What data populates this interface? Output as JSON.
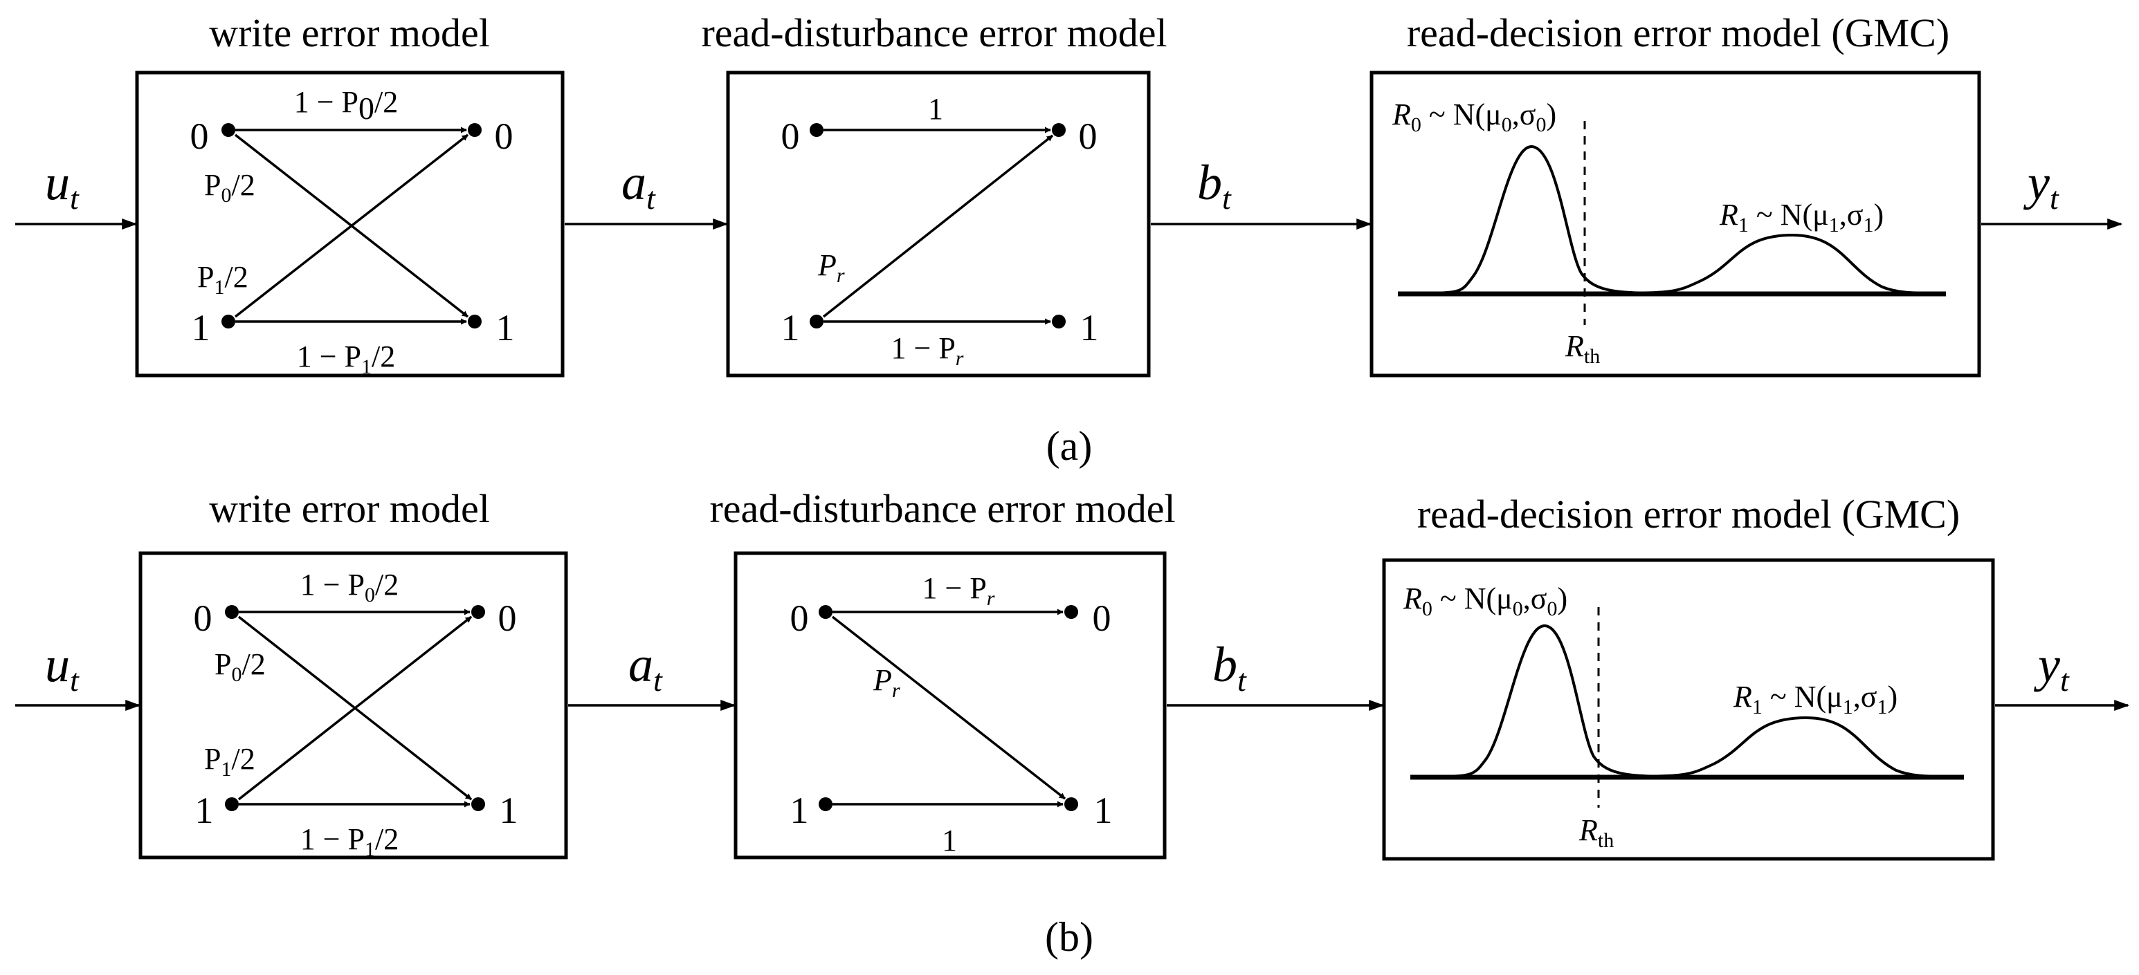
{
  "panels": [
    {
      "caption": "(a)",
      "titles": {
        "write": "write error model",
        "read_disturbance": "read-disturbance error model",
        "read_decision": "read-decision error model (GMC)"
      },
      "signals": {
        "u": "u",
        "u_sub": "t",
        "a": "a",
        "a_sub": "t",
        "b": "b",
        "b_sub": "t",
        "y": "y",
        "y_sub": "t"
      },
      "write": {
        "in0": "0",
        "in1": "1",
        "out0": "0",
        "out1": "1",
        "top": "1 − P",
        "top_sub": "0",
        "top_tail": "/2",
        "bottom": "1 − P",
        "bottom_sub": "1",
        "bottom_tail": "/2",
        "cross0": "P",
        "cross0_sub": "0",
        "cross0_tail": "/2",
        "cross1": "P",
        "cross1_sub": "1",
        "cross1_tail": "/2"
      },
      "read_disturbance": {
        "in0": "0",
        "in1": "1",
        "out0": "0",
        "out1": "1",
        "top": "1",
        "diag": "P",
        "diag_sub": "r",
        "bottom": "1 − P",
        "bottom_sub": "r"
      },
      "read_decision": {
        "r0": "R",
        "r0_sub": "0",
        "r0_rest": " ~ N(μ",
        "r0_mu_sub": "0",
        "r0_comma": ",σ",
        "r0_sigma_sub": "0",
        "r0_close": ")",
        "r1": "R",
        "r1_sub": "1",
        "r1_rest": " ~ N(μ",
        "r1_mu_sub": "1",
        "r1_comma": ",σ",
        "r1_sigma_sub": "1",
        "r1_close": ")",
        "threshold": "R",
        "threshold_sub": "th"
      }
    },
    {
      "caption": "(b)",
      "titles": {
        "write": "write error model",
        "read_disturbance": "read-disturbance error model",
        "read_decision": "read-decision error model (GMC)"
      },
      "signals": {
        "u": "u",
        "u_sub": "t",
        "a": "a",
        "a_sub": "t",
        "b": "b",
        "b_sub": "t",
        "y": "y",
        "y_sub": "t"
      },
      "write": {
        "in0": "0",
        "in1": "1",
        "out0": "0",
        "out1": "1",
        "top": "1 − P",
        "top_sub": "0",
        "top_tail": "/2",
        "bottom": "1 − P",
        "bottom_sub": "1",
        "bottom_tail": "/2",
        "cross0": "P",
        "cross0_sub": "0",
        "cross0_tail": "/2",
        "cross1": "P",
        "cross1_sub": "1",
        "cross1_tail": "/2"
      },
      "read_disturbance": {
        "in0": "0",
        "in1": "1",
        "out0": "0",
        "out1": "1",
        "top": "1 − P",
        "top_sub": "r",
        "diag": "P",
        "diag_sub": "r",
        "bottom": "1"
      },
      "read_decision": {
        "r0": "R",
        "r0_sub": "0",
        "r0_rest": " ~ N(μ",
        "r0_mu_sub": "0",
        "r0_comma": ",σ",
        "r0_sigma_sub": "0",
        "r0_close": ")",
        "r1": "R",
        "r1_sub": "1",
        "r1_rest": " ~ N(μ",
        "r1_mu_sub": "1",
        "r1_comma": ",σ",
        "r1_sigma_sub": "1",
        "r1_close": ")",
        "threshold": "R",
        "threshold_sub": "th"
      }
    }
  ]
}
